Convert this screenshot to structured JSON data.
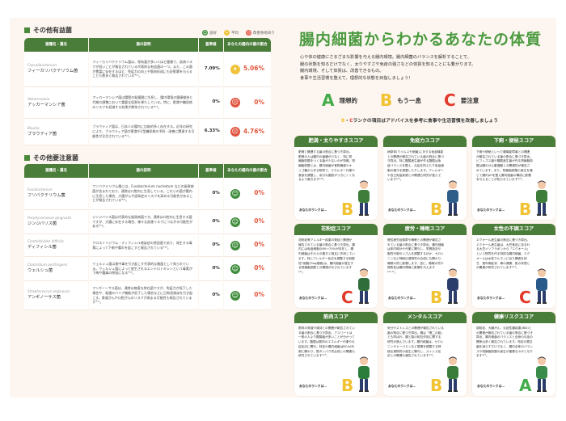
{
  "left": {
    "legend": [
      {
        "icon": "smile-face-icon",
        "label": "良好",
        "color": "#3f8d3c"
      },
      {
        "icon": "neutral-face-icon",
        "label": "平均",
        "color": "#f0c33b"
      },
      {
        "icon": "sad-face-icon",
        "label": "改善余地あり",
        "color": "#e0533e"
      }
    ],
    "columns": [
      "菌種名・属名",
      "菌の説明",
      "基準値",
      "あなたの腸内の菌の割合"
    ],
    "beneficial": {
      "title": "その他有益菌",
      "rows": [
        {
          "latin": "Faecalibacterium",
          "name": "フィーカリバクテリウム菌",
          "desc": "フィーカリバクテリウム菌は、保有量が多い人ほど健康で、疾病リスクが低いことが報告されている代表的な有益菌の一つ。また、この菌が豊富に存在するほど、免疫力の向上や筋肉形成にも好影響を与えることも数多く報告されている*¹⁰。",
          "base": "7.09%",
          "status": "avg",
          "value": "5.06%"
        },
        {
          "latin": "Akkermansia",
          "name": "アッカーマンシア菌",
          "desc": "アッカーマンシア菌は腸壁の粘膜層に生息し、腸内環境の健康維持と代謝の調整において重要な役割を果たしている。特に、肥満や糖尿病のリスクを低減する効果が期待されている*¹¹。",
          "base": "0%",
          "status": "bad",
          "value": "0%"
        },
        {
          "latin": "Blautia",
          "name": "ブラウティア菌",
          "desc": "ブラウティア菌は、日本人の腸内に比較的多く存在する。近年の研究により、ブラウティア菌が肥満や2型糖尿病の予防・改善に関連する可能性が注目されている*¹²。",
          "base": "6.33%",
          "status": "bad",
          "value": "4.76%"
        }
      ]
    },
    "caution": {
      "title": "その他要注意菌",
      "rows": [
        {
          "latin": "Fusobacterium",
          "name": "フソバクテリウム菌",
          "desc": "フソバクテリウム属には、Fusobacterium nucleatum などの歯周病菌が含まれており、通常は口腔内に生息している。これらの菌が腸内に生息した場合、大腸がんや認知症のリスクを高める可能性があることが報告されている*¹³。",
          "base": "0%",
          "status": "good",
          "value": "0%"
        },
        {
          "latin": "Porphyromonas gingivalis",
          "name": "ジンジバリス菌",
          "desc": "ジンジバリス菌は代表的な歯周病菌です。通常は口腔内に生息する菌ですが、大腸に存在する場合、様々な疾患リスクにつながる可能性がある*¹⁴。",
          "base": "0%",
          "status": "good",
          "value": "0%"
        },
        {
          "latin": "Clostridioides difficile",
          "name": "ディフィシル菌",
          "desc": "クロストリジウム・ディフィシル感染症の原因菌であり、発生する毒素によって下痢や腸炎を起こすと報告されている*¹⁵。",
          "base": "0%",
          "status": "good",
          "value": "0%"
        },
        {
          "latin": "Clostridium perfringens",
          "name": "ウェルシュ菌",
          "desc": "ウェルシュ菌は食中毒を引き起こす代表的な細菌として知られている。ウェルシュ菌によって産生されるエンテロトキシンという毒素が下痢や腹痛の原因になる*¹⁶。",
          "base": "0%",
          "status": "good",
          "value": "0%"
        },
        {
          "latin": "Streptococcus anginosus",
          "name": "アンギノーサス菌",
          "desc": "アンギノーサス菌は、通常は無害な常在菌ですが、免疫力が低下した場合や、粘膜のバリア機能が低下した場合などに日和見感染を引き起こす。食道がんや口腔がんのリスクが高まる可能性も報告されています*¹⁷。",
          "base": "0%",
          "status": "good",
          "value": "0%"
        }
      ]
    }
  },
  "right": {
    "title": "腸内細菌からわかるあなたの体質",
    "intro": [
      "心や体の健康にさまざまな影響を与える腸内環境。腸内細菌のバランスを解析することで、",
      "腸の状態を知るだけでなく、太りやすさや免疫の強さなどの体質を知ることにも繋がります。",
      "腸内環境、そして体質は、改善できるもの。",
      "食事や生活習慣を整えて、理想的な状態を目指しましょう！"
    ],
    "ranks": [
      {
        "letter": "A",
        "label": "理想的",
        "color": "#42ac4a"
      },
      {
        "letter": "B",
        "label": "もう一息",
        "color": "#f1c232"
      },
      {
        "letter": "C",
        "label": "要注意",
        "color": "#e13a2b"
      }
    ],
    "advice": {
      "b": "B",
      "sep": "・",
      "c": "C",
      "text": "ランクの項目はアドバイスを参考に食事や生活習慣を改善しましょう"
    },
    "rank_prompt": "あなたのランクは…",
    "cards": [
      {
        "title": "肥満・太りやすさスコア",
        "body": "肥満と関連する菌の割合に基づき算出。肥満の人は腸内の菌種が少なく、特に短鎖脂肪酸をつくる菌が少ないのが特徴。短鎖脂肪酸とは、腸内細菌が食物繊維やオリゴ糖から作る物質で、エネルギー代謝や食欲を調整し、余分な脂肪がつきにくくなるよう働きます*¹⁸。",
        "grade": "B",
        "figure": "overweight-man-illustration"
      },
      {
        "title": "免疫力スコア",
        "body": "病原体(ウイルスや細菌)に対する免疫機能との関連が報告されている菌の割合に基づき算出。特に酪酸産生菌が作る酪酸は免疫バランスを整え、炎症を抑えたり免疫細胞の働きを調整したりします。アレルギーや自己免疫疾患との関連も研究が進んでいます*¹⁹。",
        "grade": "B",
        "figure": "woman-with-shield-illustration"
      },
      {
        "title": "下痢・便秘スコア",
        "body": "下痢や便秘といった腸機能障害との関連が報告されている菌の割合に基づき算出。ビフィズス菌や酪酸産生菌が作る短鎖脂肪酸は腸のぜん動運動との関連性が報告されています。また、短鎖脂肪酸の産生を通じて腸内pHを整え腸内細菌の構成に影響を与えることが知られています*²⁰。",
        "grade": "B",
        "figure": "man-on-toilet-illustration"
      },
      {
        "title": "花粉症スコア",
        "body": "花粉症等アレルギー疾患の発症と関連が報告されている菌の割合に基づき算出。腸内には免疫細胞の60〜70%が存在し、腸内細菌はそれらの働きと相互に作用しています。特にアレルギー反応を調整する制御性T細胞(Treg細胞)は、腸内細菌が産生する短鎖脂肪酸との関連が示されています*²¹。",
        "grade": "C",
        "figure": "sneezing-man-illustration"
      },
      {
        "title": "疲労・睡眠スコア",
        "body": "慢性疲労症候群や睡眠との関連が報告されている菌の割合に基づき算出。腸内細菌は体内時計や代謝に関与し、栄養吸収や脂質代謝のリズムを調整するほか、セロトニンなど神経伝達物質の合成にも関わり、睡眠の質に影響します。逆に、睡眠の質や規則性は腸内環境に影響を与えます*²²˒²³。",
        "grade": "B",
        "figure": "sleeping-woman-illustration"
      },
      {
        "title": "女性の不調スコア",
        "body": "エクオール産生菌の割合に基づき算出。エクオール産生菌は、大豆食品に含まれる大豆イソフラボンから「エクオール」という物質を作る特別な腸内細菌。エクオールは女性ホルモンに似た構造を持ち、更年期症状、骨の健康、肌の状態との関連が研究されています*²⁴。",
        "grade": "C",
        "figure": "tired-woman-illustration"
      },
      {
        "title": "筋肉スコア",
        "body": "筋肉の発達や維持との関連が報告されている菌の割合に基づき算出。アスリートは一般の人より酪酸菌が多いことが分かっています。酪酸は筋肉のエネルギー代謝や炎症反応に関与。特定の腸内細菌はBCAA代謝に関わり、筋タンパク質合成との関連も研究されています*²⁵。",
        "grade": "B",
        "figure": "dumbbell-man-illustration"
      },
      {
        "title": "メンタルスコア",
        "body": "気分やストレスとの関連が報告されている菌の割合に基づき算出。腸は「第二の脳」とも呼ばれ、腸と脳の相互作用に関する研究が進んでいます。腸内細菌は、セロトニンやドーパミンなど感情を調整する神経伝達物質の産生に関与し、ストレス反応との関連も報告されています*²⁶。",
        "grade": "B",
        "figure": "meditating-woman-illustration"
      },
      {
        "title": "健康リスクスコア",
        "body": "認知症、大腸がん、炎症性腸疾患(IBD)との関連が報告されている菌の割合に基づき算出。腸内細菌のバランスと全身の炎症の関係は多く報告されています。特定の悪玉菌を減らすだけでなく、腸内全体のバランスや短鎖脂肪酸の産生が重要なカギとなります*²⁷。",
        "grade": "A",
        "figure": "doctor-with-clipboard-illustration"
      }
    ],
    "grade_colors": {
      "A": "#42ac4a",
      "B": "#f1c232",
      "C": "#e13a2b"
    }
  }
}
